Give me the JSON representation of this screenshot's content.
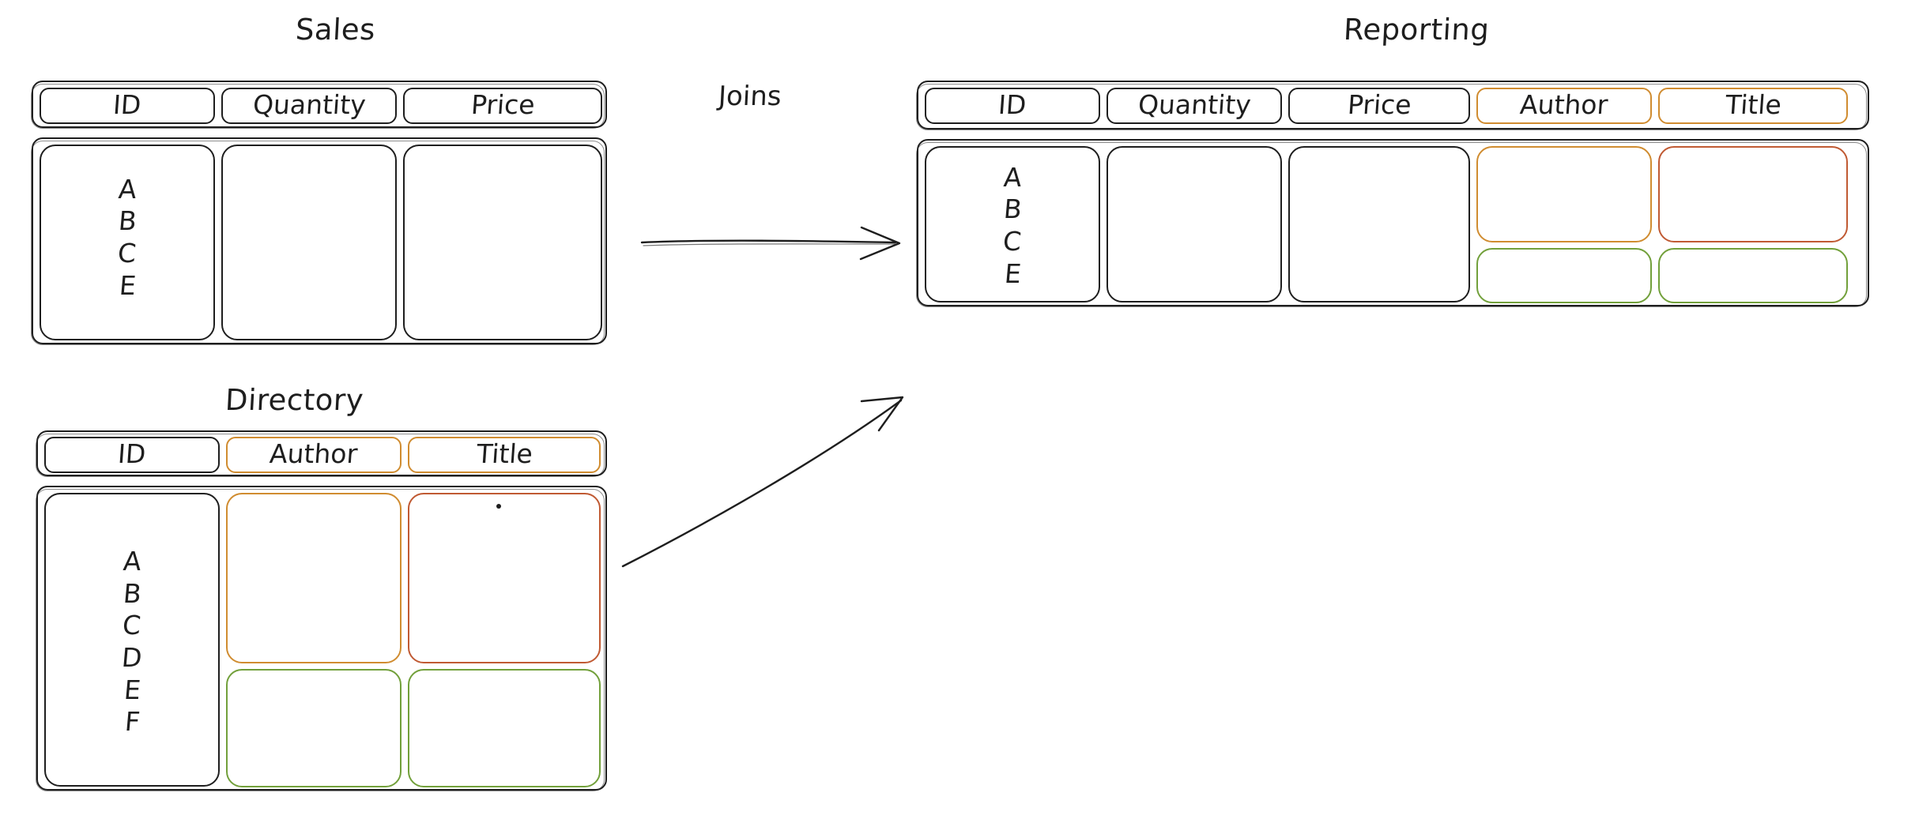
{
  "diagram": {
    "title_joins": "Joins",
    "background": "#ffffff",
    "ink_color": "#1e1e1e",
    "accent_orange": "#d08c30",
    "accent_rust": "#c05a33",
    "accent_green": "#72a03b"
  },
  "tables": {
    "sales": {
      "title": "Sales",
      "columns": [
        {
          "label": "ID",
          "color": "black"
        },
        {
          "label": "Quantity",
          "color": "black"
        },
        {
          "label": "Price",
          "color": "black"
        }
      ],
      "id_values": [
        "A",
        "B",
        "C",
        "E"
      ]
    },
    "directory": {
      "title": "Directory",
      "columns": [
        {
          "label": "ID",
          "color": "black"
        },
        {
          "label": "Author",
          "color": "orange"
        },
        {
          "label": "Title",
          "color": "orange"
        }
      ],
      "id_values": [
        "A",
        "B",
        "C",
        "D",
        "E",
        "F"
      ]
    },
    "reporting": {
      "title": "Reporting",
      "columns": [
        {
          "label": "ID",
          "color": "black"
        },
        {
          "label": "Quantity",
          "color": "black"
        },
        {
          "label": "Price",
          "color": "black"
        },
        {
          "label": "Author",
          "color": "orange"
        },
        {
          "label": "Title",
          "color": "orange"
        }
      ],
      "id_values": [
        "A",
        "B",
        "C",
        "E"
      ]
    }
  },
  "arrows": [
    {
      "name": "sales-to-reporting",
      "from": "sales",
      "to": "reporting"
    },
    {
      "name": "directory-to-reporting",
      "from": "directory",
      "to": "reporting"
    }
  ]
}
